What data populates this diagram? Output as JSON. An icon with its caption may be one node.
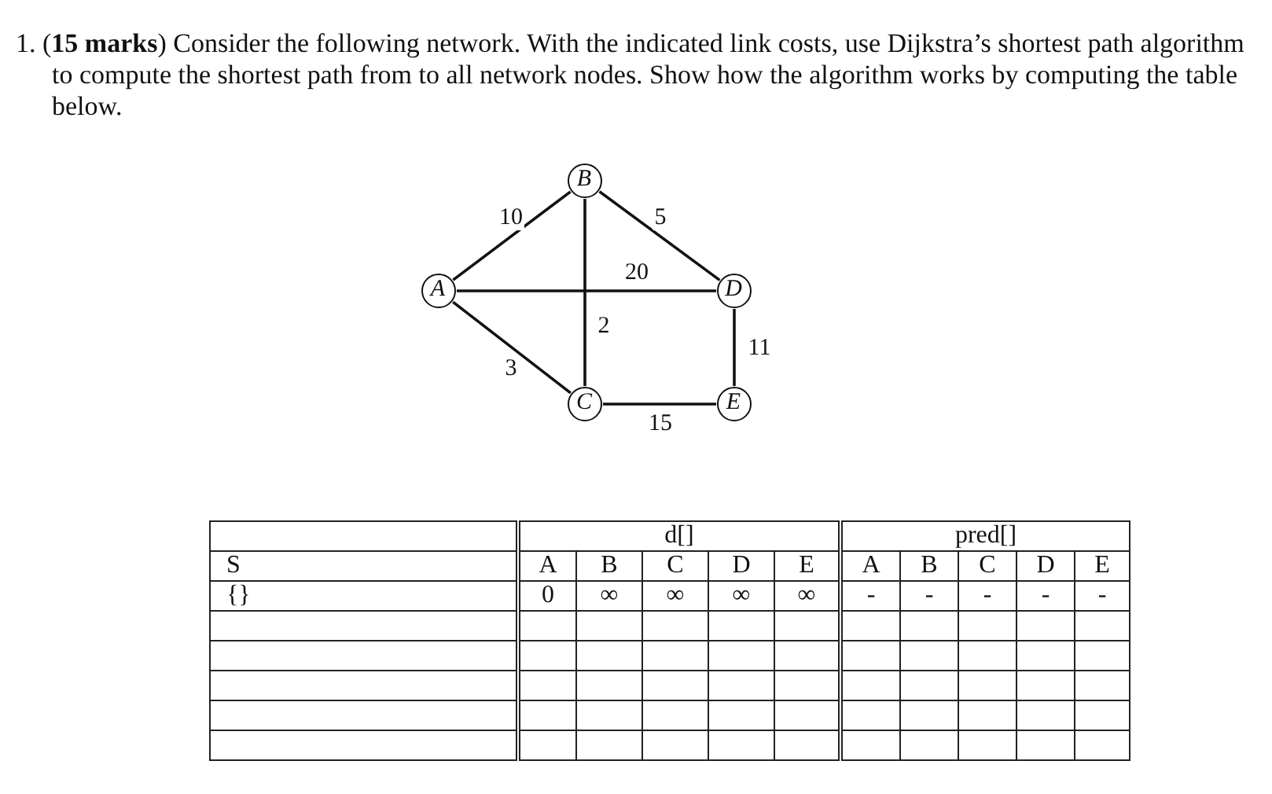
{
  "diagram": {
    "title": "1. (**15 marks**) Consider the following network. With the indicated link costs, use Dijkstra’s shortest path algorithm to compute the shortest path from to all network nodes. Show how the algorithm works by computing the table below.",
    "nodes": [
      {
        "text": [
          "B"
        ]
      },
      {
        "text": [
          "A"
        ]
      },
      {
        "text": [
          "D"
        ]
      },
      {
        "text": [
          "C"
        ]
      },
      {
        "text": [
          "E"
        ]
      }
    ],
    "edges": [
      {
        "from": 1,
        "to": 0,
        "arrow": "none",
        "label": "10"
      },
      {
        "from": 0,
        "to": 2,
        "arrow": "none",
        "label": "5"
      },
      {
        "from": 1,
        "to": 2,
        "arrow": "none",
        "label": "20"
      },
      {
        "from": 0,
        "to": 3,
        "arrow": "none",
        "label": "2"
      },
      {
        "from": 1,
        "to": 3,
        "arrow": "none",
        "label": "3"
      },
      {
        "from": 2,
        "to": 4,
        "arrow": "none",
        "label": "11"
      },
      {
        "from": 3,
        "to": 4,
        "arrow": "none",
        "label": "15"
      }
    ],
    "labels": [
      "d[]",
      "pred[]",
      "S",
      "A",
      "B",
      "C",
      "D",
      "E",
      "A",
      "B",
      "C",
      "D",
      "E",
      "{}",
      "0",
      "∞",
      "∞",
      "∞",
      "∞",
      "-",
      "-",
      "-",
      "-",
      "-"
    ]
  }
}
